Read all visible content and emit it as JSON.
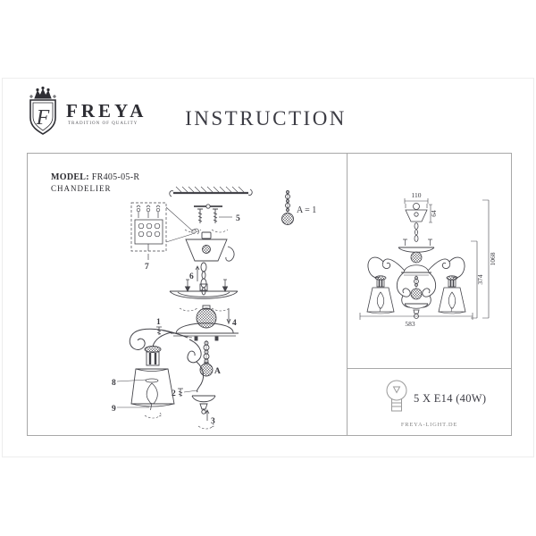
{
  "header": {
    "brand": "FREYA",
    "tagline": "TRADITION OF QUALITY",
    "title": "INSTRUCTION",
    "monogram": "F"
  },
  "left_panel": {
    "model_label": "MODEL:",
    "model_number": "FR405-05-R",
    "product_type": "CHANDELIER",
    "legend": "A = 1",
    "callouts": {
      "n1": "1",
      "n2": "2",
      "n3": "3",
      "n4": "4",
      "n5": "5",
      "n6": "6",
      "n7": "7",
      "n8": "8",
      "n9": "9",
      "nA": "A"
    }
  },
  "right_panel": {
    "dimensions": {
      "top_width": "110",
      "canopy_height": "64",
      "overall_height": "1068",
      "fixture_height": "374",
      "bottom_width": "583"
    },
    "bulb_spec": "5 X E14 (40W)",
    "footer": "FREYA-LIGHT.DE"
  },
  "colors": {
    "ink": "#44444a",
    "panel_border": "#a8a8a8",
    "page_border": "#ededed",
    "text": "#2b2b30",
    "muted": "#858585"
  }
}
